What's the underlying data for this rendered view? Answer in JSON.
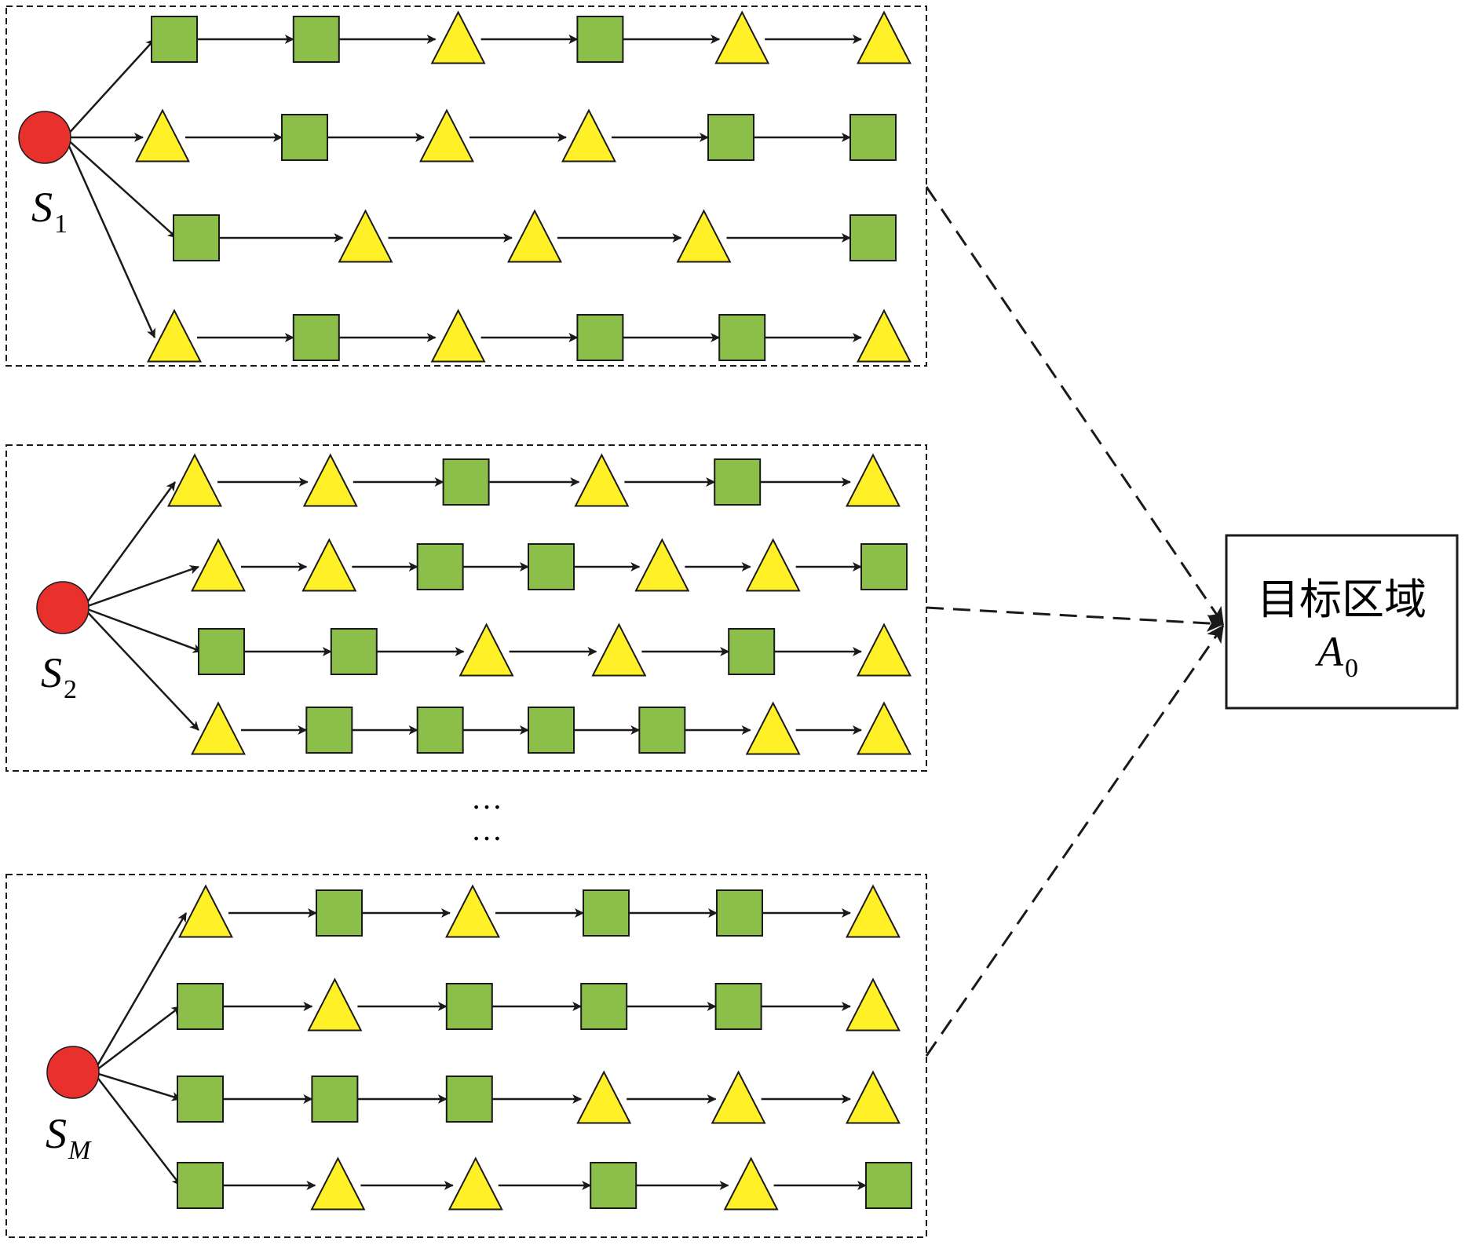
{
  "colors": {
    "square_fill": "#8bbf4a",
    "triangle_fill": "#fff027",
    "source_fill": "#e8302c",
    "stroke": "#1a1a1a"
  },
  "legend_symbols": {
    "s": "green-square",
    "t": "yellow-triangle"
  },
  "groups": [
    {
      "source": {
        "symbol": "S",
        "subscript": "1"
      },
      "rows": [
        "sststt",
        "tsttss",
        "sttts",
        "tstsst"
      ]
    },
    {
      "source": {
        "symbol": "S",
        "subscript": "2"
      },
      "rows": [
        "ttstst",
        "ttsstts",
        "ssttst",
        "tsssstt"
      ]
    },
    {
      "source": {
        "symbol": "S",
        "subscript": "M"
      },
      "rows": [
        "tstsst",
        "stssst",
        "sssttt",
        "sttsts"
      ]
    }
  ],
  "ellipsis": [
    "…",
    "…"
  ],
  "target": {
    "label": "目标区域",
    "symbol": "A",
    "subscript": "0"
  }
}
